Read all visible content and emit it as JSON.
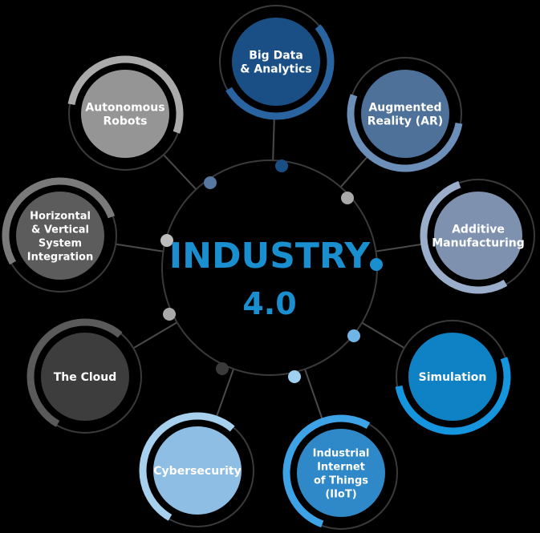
{
  "center": {
    "line1": "INDUSTRY",
    "line2": "4.0",
    "color": "#1a8fd0"
  },
  "colors": {
    "background": "#000000",
    "ring_outline": "#3a3a3a",
    "spoke": "#4a4a4a"
  },
  "nodes": [
    {
      "id": "big-data",
      "lines": [
        "Big Data",
        "& Analytics"
      ],
      "fill": "#1a4f86",
      "arc": "#2a64a0"
    },
    {
      "id": "augmented-reality",
      "lines": [
        "Augmented",
        "Reality (AR)"
      ],
      "fill": "#4e7199",
      "arc": "#6b8fb8"
    },
    {
      "id": "additive-manufacturing",
      "lines": [
        "Additive",
        "Manufacturing"
      ],
      "fill": "#7e92b0",
      "arc": "#9aaecb"
    },
    {
      "id": "simulation",
      "lines": [
        "Simulation"
      ],
      "fill": "#0f82c6",
      "arc": "#1495de"
    },
    {
      "id": "iiot",
      "lines": [
        "Industrial",
        "Internet",
        "of Things",
        "(IIoT)"
      ],
      "fill": "#2f89c8",
      "arc": "#3ea3e6"
    },
    {
      "id": "cybersecurity",
      "lines": [
        "Cybersecurity"
      ],
      "fill": "#8ebee3",
      "arc": "#a6d0ee"
    },
    {
      "id": "the-cloud",
      "lines": [
        "The Cloud"
      ],
      "fill": "#3d3d3d",
      "arc": "#5a5a5a"
    },
    {
      "id": "horizontal-vertical",
      "lines": [
        "Horizontal",
        "& Vertical",
        "System",
        "Integration"
      ],
      "fill": "#5c5c5c",
      "arc": "#7a7a7a"
    },
    {
      "id": "autonomous-robots",
      "lines": [
        "Autonomous",
        "Robots"
      ],
      "fill": "#959595",
      "arc": "#aaaaaa"
    }
  ],
  "dots": [
    {
      "color": "#1a4f86"
    },
    {
      "color": "#5577a0"
    },
    {
      "color": "#a9a9a9"
    },
    {
      "color": "#1a8fd0"
    },
    {
      "color": "#6fb6e6"
    },
    {
      "color": "#9fd0f0"
    },
    {
      "color": "#3a3a3a"
    },
    {
      "color": "#a9a9a9"
    },
    {
      "color": "#bdbdbd"
    }
  ]
}
